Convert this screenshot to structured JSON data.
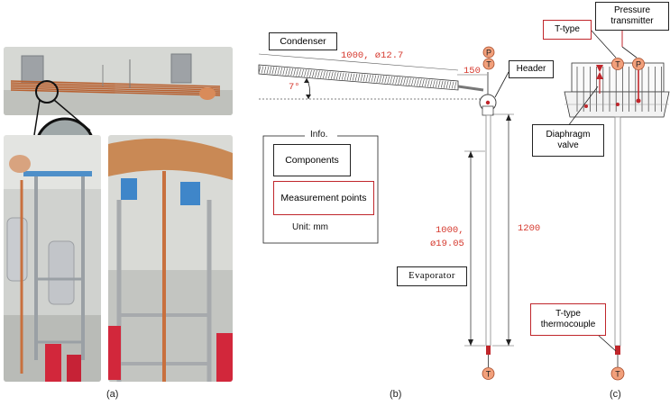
{
  "captions": {
    "a": "(a)",
    "b": "(b)",
    "c": "(c)"
  },
  "panel_b": {
    "condenser_label": "Condenser",
    "condenser_dim": "1000, ø12.7",
    "header_gap": "150",
    "angle": "7°",
    "header_label": "Header",
    "info_title": "Info.",
    "components_label": "Components",
    "measurement_label": "Measurement points",
    "unit_label": "Unit: mm",
    "evaporator_label": "Evaporator",
    "evaporator_dim_line1": "1000,",
    "evaporator_dim_line2": "ø19.05",
    "total_length": "1200",
    "sensor_p": "P",
    "sensor_t": "T"
  },
  "panel_c": {
    "t_type_label": "T-type",
    "pressure_label_line1": "Pressure",
    "pressure_label_line2": "transmitter",
    "diaphragm_label_line1": "Diaphragm",
    "diaphragm_label_line2": "valve",
    "thermocouple_line1": "T-type",
    "thermocouple_line2": "thermocouple",
    "sensor_p": "P",
    "sensor_t": "T"
  },
  "colors": {
    "measurement_red": "#c0262b",
    "dimension_red": "#d63a2f",
    "sensor_fill": "#f2a07b",
    "copper": "#c8703e"
  }
}
